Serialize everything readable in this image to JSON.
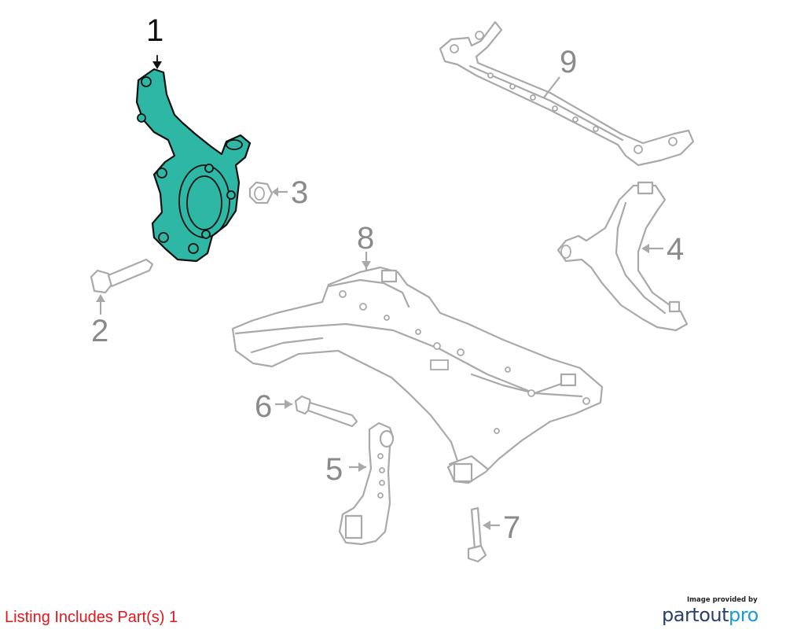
{
  "callouts": [
    {
      "id": "1",
      "label": "1",
      "part": "steering-knuckle",
      "highlighted": true
    },
    {
      "id": "2",
      "label": "2",
      "part": "knuckle-bolt"
    },
    {
      "id": "3",
      "label": "3",
      "part": "nut"
    },
    {
      "id": "4",
      "label": "4",
      "part": "lower-control-arm"
    },
    {
      "id": "5",
      "label": "5",
      "part": "stabilizer-link"
    },
    {
      "id": "6",
      "label": "6",
      "part": "bolt"
    },
    {
      "id": "7",
      "label": "7",
      "part": "bolt"
    },
    {
      "id": "8",
      "label": "8",
      "part": "subframe"
    },
    {
      "id": "9",
      "label": "9",
      "part": "brace"
    }
  ],
  "highlight_color": "#2fb7a5",
  "listing_note": "Listing Includes Part(s) 1",
  "listing_note_color": "#e3161b",
  "credit": {
    "caption": "Image provided by",
    "brand_main": "partout",
    "brand_accent": "pro"
  }
}
